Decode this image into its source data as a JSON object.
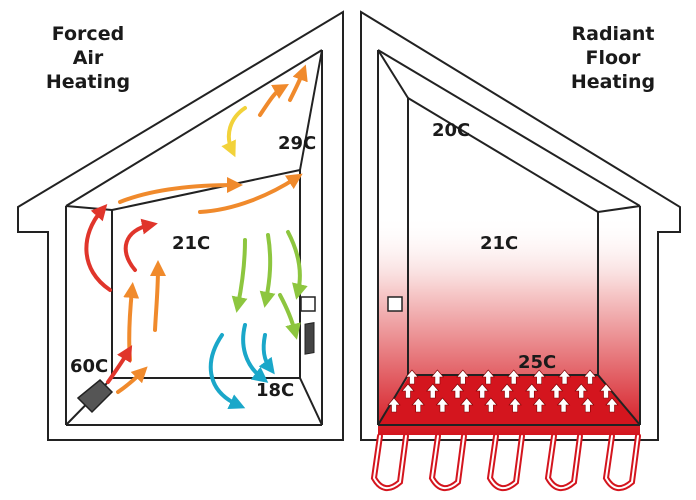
{
  "left_panel": {
    "title_lines": [
      "Forced",
      "Air",
      "Heating"
    ],
    "temps": {
      "ceiling": "29C",
      "middle": "21C",
      "heater": "60C",
      "floor": "18C"
    }
  },
  "right_panel": {
    "title_lines": [
      "Radiant",
      "Floor",
      "Heating"
    ],
    "temps": {
      "ceiling": "20C",
      "middle": "21C",
      "floor": "25C"
    }
  },
  "colors": {
    "outline": "#222222",
    "arrow_hot": "#e0352b",
    "arrow_warm": "#f08a2c",
    "arrow_mild": "#f2d23a",
    "arrow_cool": "#8dc63f",
    "arrow_cold": "#1aa7c9",
    "floor_heat": "#d4151e",
    "pipe": "#d4151e"
  }
}
